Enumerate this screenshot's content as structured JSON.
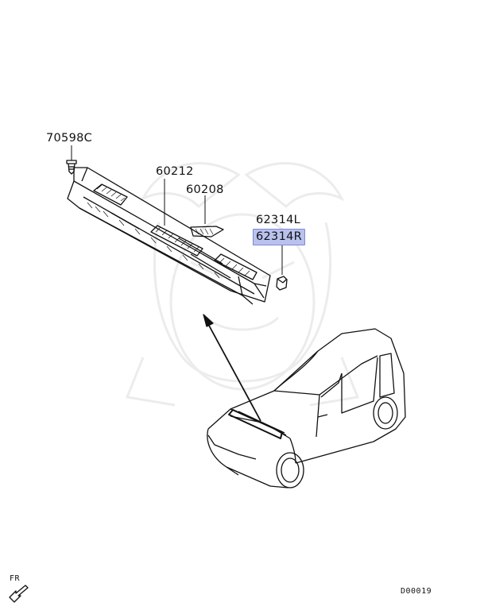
{
  "parts": {
    "clip": "70598C",
    "cowl_top": "60212",
    "seal": "60208",
    "cap_left": "62314L",
    "cap_right": "62314R"
  },
  "highlight_color": "#b9c2ee",
  "direction_label": "FR",
  "diagram_code": "D00019",
  "watermark": "samurai-mascot"
}
